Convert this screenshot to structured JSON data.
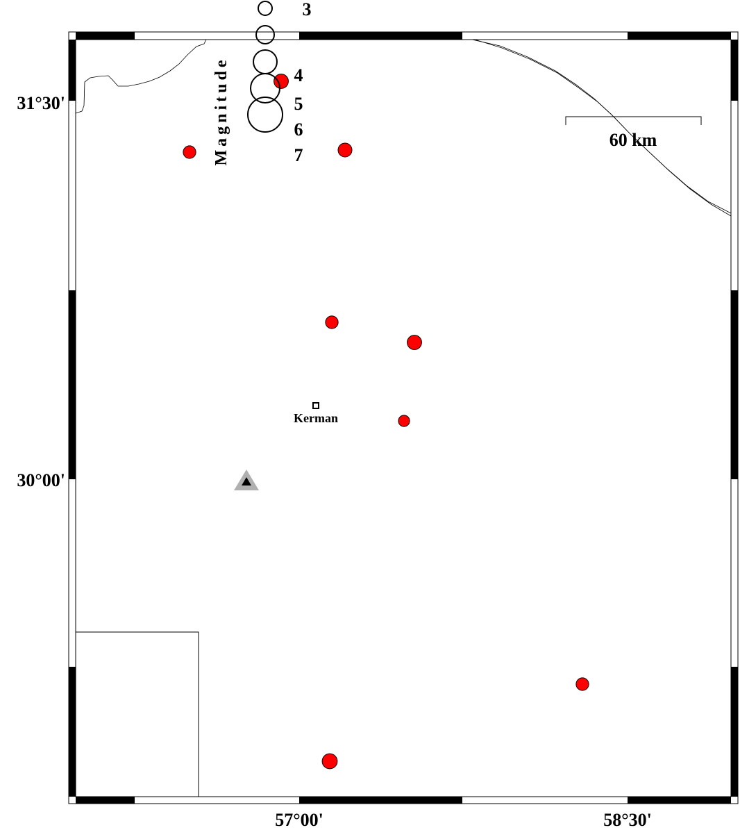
{
  "map": {
    "lat_ticks": [
      "31°30'",
      "30°00'"
    ],
    "lon_ticks": [
      "57°00'",
      "58°30'"
    ],
    "scale_bar": {
      "label": "60 km",
      "distance_km": 60
    },
    "city": {
      "name": "Kerman",
      "symbol": "square-marker"
    },
    "station": {
      "symbol": "triangle"
    },
    "legend": {
      "title": "Magnitude",
      "labels": [
        "3",
        "4",
        "5",
        "6",
        "7"
      ]
    },
    "colors": {
      "event_fill": "#ff0000",
      "station_outer": "#b0b0b0",
      "station_inner": "#000000",
      "frame": "#000000",
      "boundary": "#000000"
    },
    "events": [
      {
        "magnitude": 3.9
      },
      {
        "magnitude": 3.6
      },
      {
        "magnitude": 3.8
      },
      {
        "magnitude": 3.6
      },
      {
        "magnitude": 3.9
      },
      {
        "magnitude": 3.4
      },
      {
        "magnitude": 3.6
      },
      {
        "magnitude": 4.0
      }
    ]
  }
}
